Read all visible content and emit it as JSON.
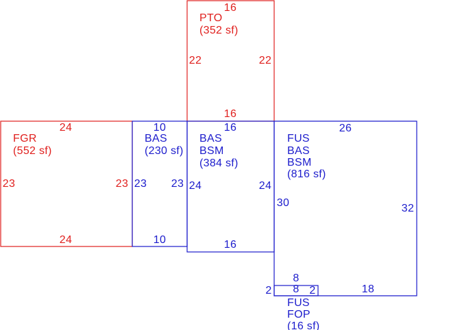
{
  "colors": {
    "red": "#e0201e",
    "blue": "#1c1ccc"
  },
  "areas": [
    {
      "id": "pto",
      "color": "red",
      "label": [
        "PTO",
        "(352 sf)"
      ],
      "dims": {
        "top": "16",
        "bottom": "16",
        "left": "22",
        "right": "22"
      }
    },
    {
      "id": "fgr",
      "color": "red",
      "label": [
        "FGR",
        "(552 sf)"
      ],
      "dims": {
        "top": "24",
        "bottom": "24",
        "left": "23",
        "right": "23"
      }
    },
    {
      "id": "bas-230",
      "color": "blue",
      "label": [
        "BAS",
        "(230 sf)"
      ],
      "dims": {
        "top": "10",
        "bottom": "10",
        "left": "23",
        "right": "23"
      }
    },
    {
      "id": "bas-bsm-384",
      "color": "blue",
      "label": [
        "BAS",
        "BSM",
        "(384 sf)"
      ],
      "dims": {
        "top": "16",
        "bottom": "16",
        "left": "24",
        "right": "24"
      }
    },
    {
      "id": "fus-bas-bsm-816",
      "color": "blue",
      "label": [
        "FUS",
        "BAS",
        "BSM",
        "(816 sf)"
      ],
      "dims": {
        "top": "26",
        "right": "32",
        "left": "30",
        "bottom": "18",
        "step_left": "2",
        "step_top": "8"
      }
    },
    {
      "id": "fus-fop",
      "color": "blue",
      "label": [
        "FUS",
        "FOP",
        "(16 sf)"
      ],
      "dims": {
        "top": "8",
        "right": "2"
      }
    }
  ]
}
